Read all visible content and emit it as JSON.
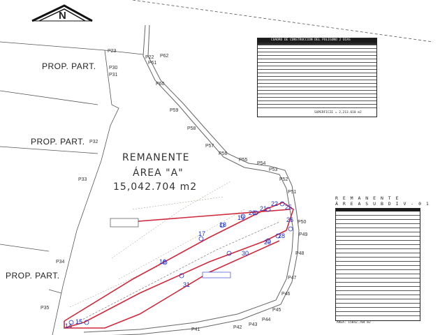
{
  "north_arrow": {
    "letter": "N"
  },
  "labels": {
    "prop_part": "PROP. PART.",
    "remanente_title": "REMANENTE",
    "area_name": "ÁREA \"A\"",
    "area_value": "15,042.704 m2"
  },
  "points": [
    "P22",
    "P61",
    "P62",
    "P60",
    "P59",
    "P58",
    "P57",
    "P56",
    "P55",
    "P54",
    "P53",
    "P52",
    "P51",
    "P50",
    "P49",
    "P48",
    "P47",
    "P46",
    "P45",
    "P44",
    "P43",
    "P42",
    "P41",
    "P23",
    "P30",
    "P31",
    "P32",
    "P33",
    "P34",
    "P35"
  ],
  "vertices": [
    "14",
    "15",
    "16",
    "17",
    "18",
    "19",
    "20",
    "21",
    "22",
    "25",
    "26",
    "28",
    "29",
    "30",
    "31"
  ],
  "table1": {
    "title": "CUADRO DE CONSTRUCCION DEL POLIGONO 2 DIAS",
    "footer": "SUPERFICIE = 2,213.610 m2"
  },
  "table2": {
    "title_line1": "R E M A N E N T E",
    "title_line2": "Á R E A   S U B D I V - 0 1",
    "footer": "ÁREA: 15042.704 m2"
  }
}
